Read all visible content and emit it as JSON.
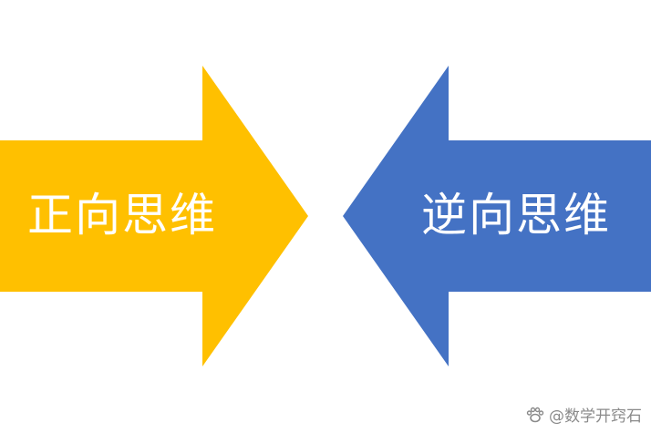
{
  "diagram": {
    "left_arrow": {
      "label": "正向思维",
      "color": "#FFC000",
      "direction": "right"
    },
    "right_arrow": {
      "label": "逆向思维",
      "color": "#4472C4",
      "direction": "left"
    }
  },
  "watermark": {
    "icon": "paw-logo-icon",
    "text": "@数学开窍石"
  }
}
